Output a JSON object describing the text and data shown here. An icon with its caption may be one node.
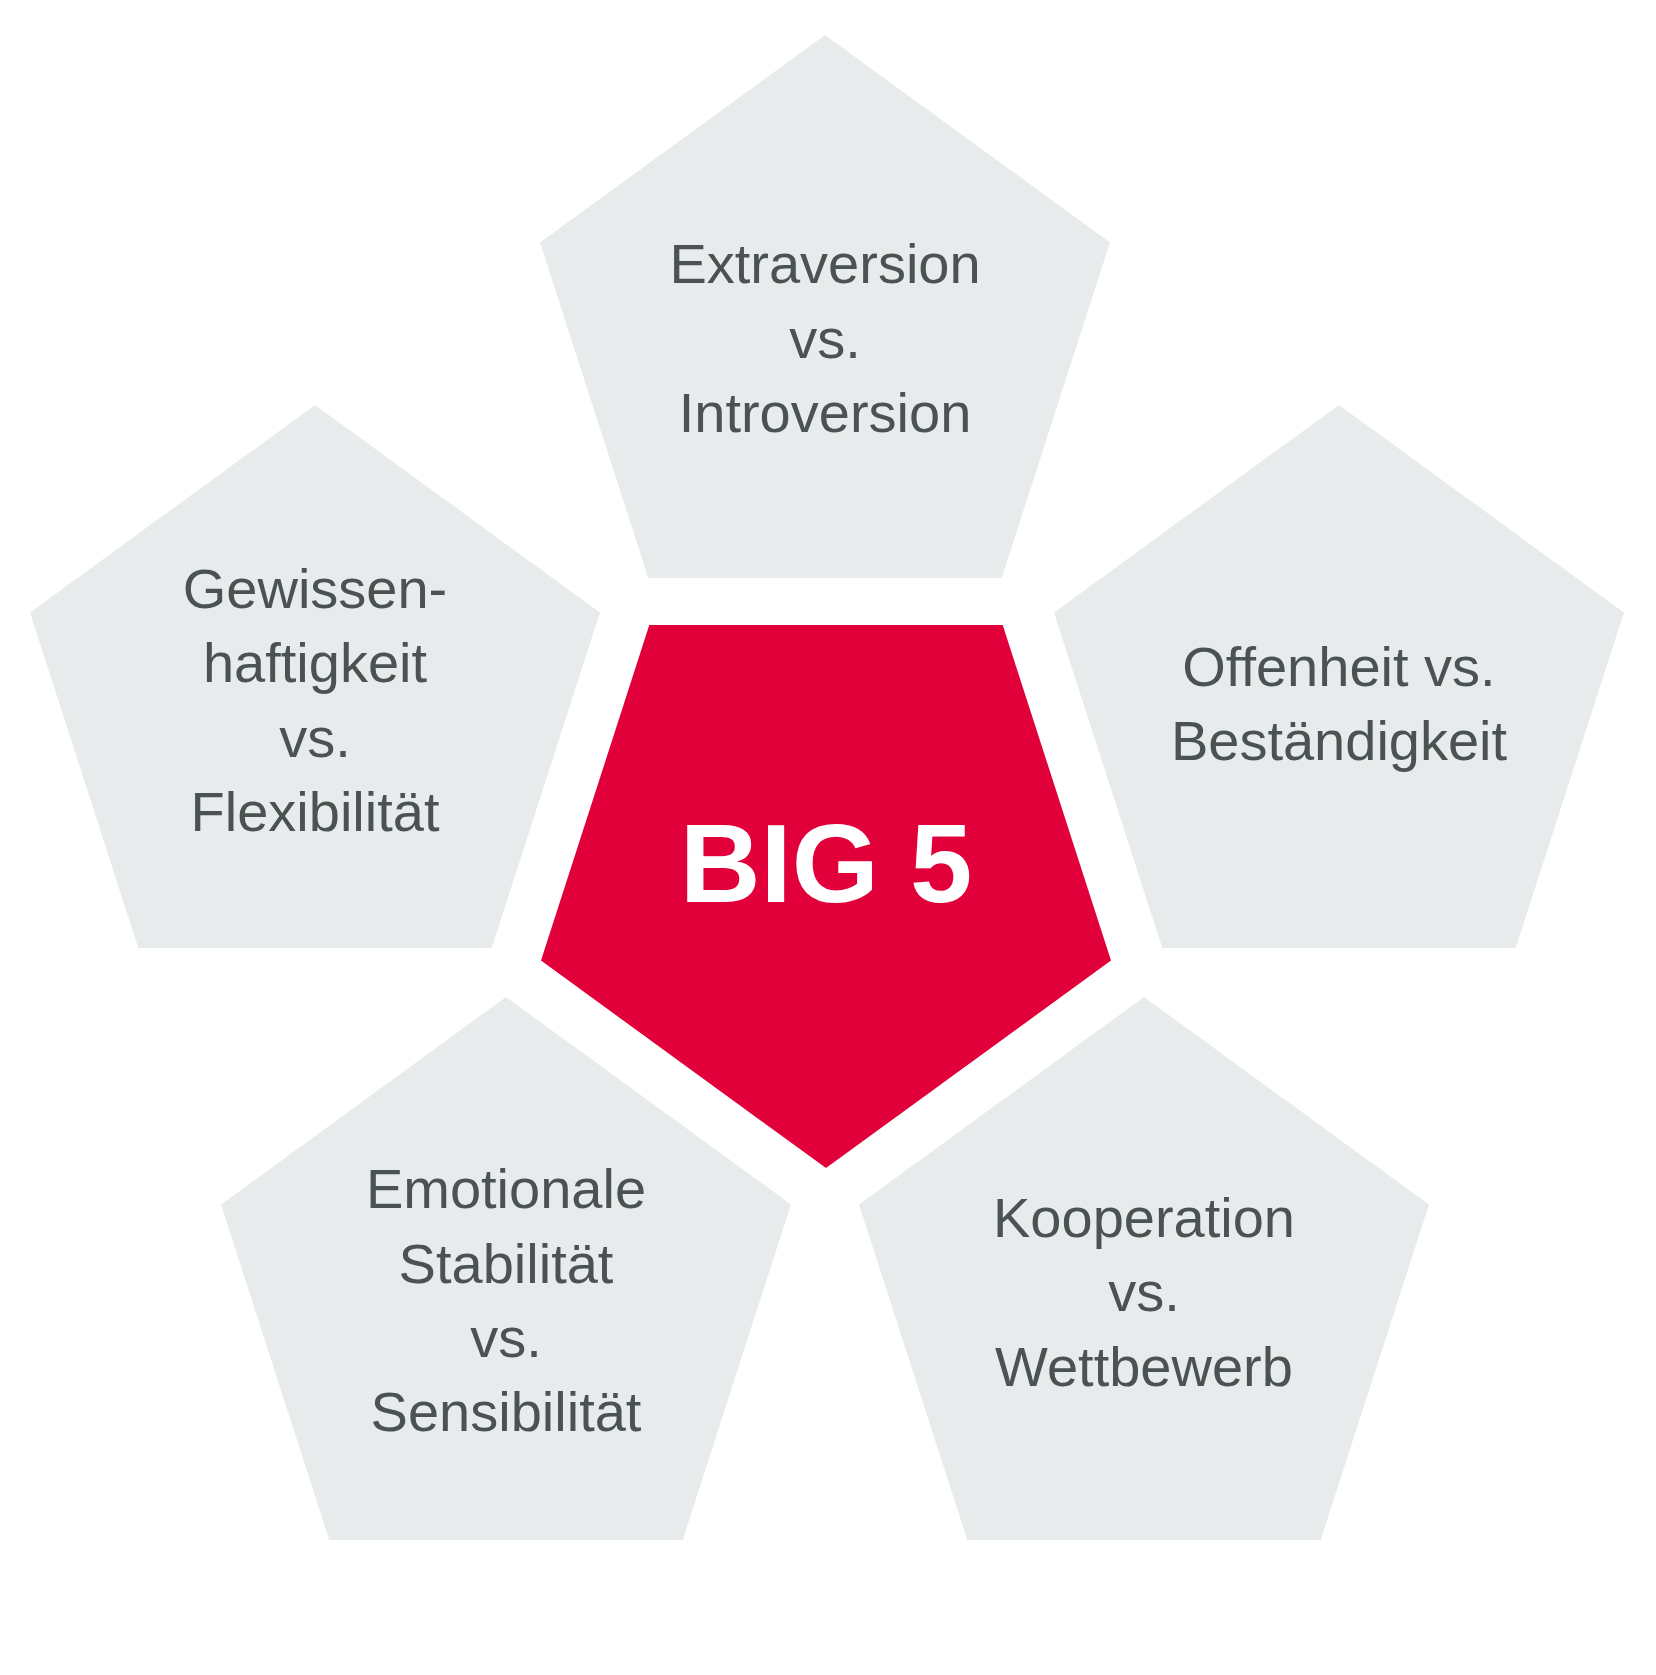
{
  "diagram": {
    "nodes": [
      {
        "text": [
          "Extraversion vs. Introversion"
        ]
      },
      {
        "text": [
          "Gewissen- haftigkeit vs. Flexibilität"
        ]
      },
      {
        "text": [
          "Offenheit vs. Beständigkeit"
        ]
      },
      {
        "text": [
          "BIG 5"
        ]
      },
      {
        "text": [
          "Emotionale Stabilität vs. Sensibilität"
        ]
      },
      {
        "text": [
          "Kooperation vs. Wettbewerb"
        ]
      }
    ]
  }
}
